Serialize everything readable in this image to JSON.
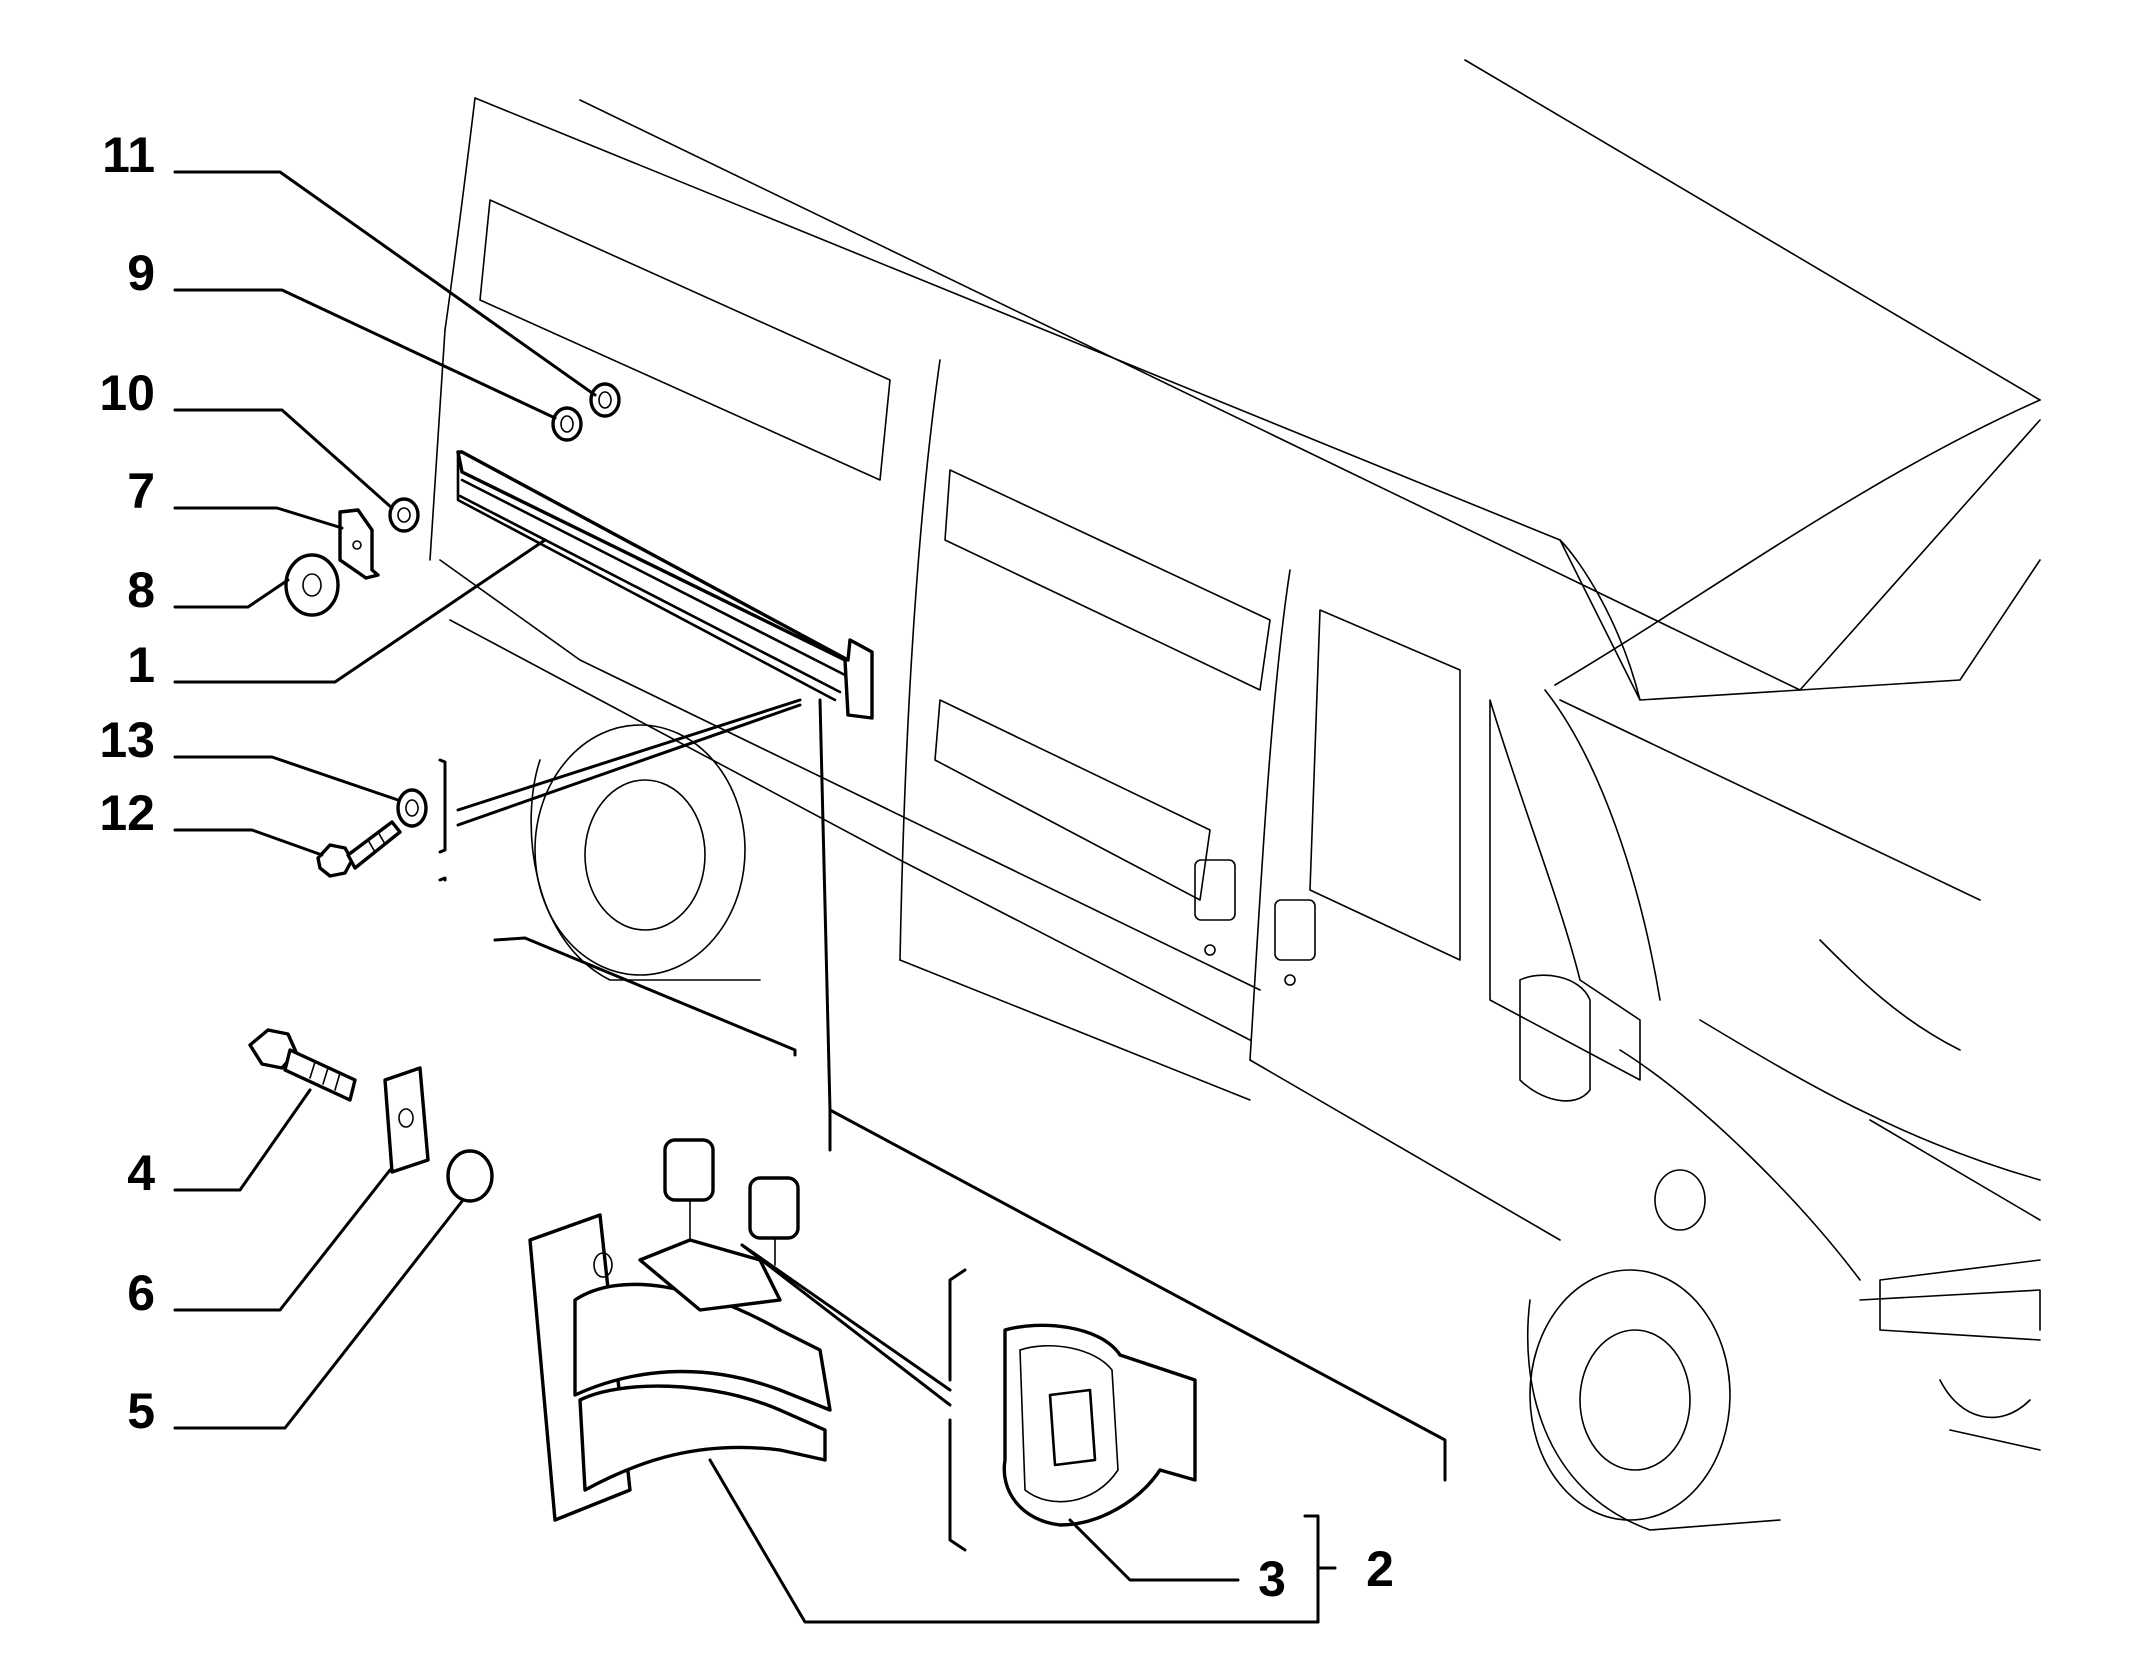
{
  "diagram": {
    "callouts": [
      {
        "id": "11",
        "label": "11",
        "part": "washer"
      },
      {
        "id": "9",
        "label": "9",
        "part": "washer"
      },
      {
        "id": "10",
        "label": "10",
        "part": "washer"
      },
      {
        "id": "7",
        "label": "7",
        "part": "bracket"
      },
      {
        "id": "8",
        "label": "8",
        "part": "washer"
      },
      {
        "id": "1",
        "label": "1",
        "part": "sliding door guide rail"
      },
      {
        "id": "13",
        "label": "13",
        "part": "washer"
      },
      {
        "id": "12",
        "label": "12",
        "part": "bolt"
      },
      {
        "id": "4",
        "label": "4",
        "part": "bolt"
      },
      {
        "id": "6",
        "label": "6",
        "part": "plate"
      },
      {
        "id": "5",
        "label": "5",
        "part": "cap"
      },
      {
        "id": "3",
        "label": "3",
        "part": "bushing"
      },
      {
        "id": "2",
        "label": "2",
        "part": "roller carriage assembly"
      }
    ],
    "colors": {
      "line": "#000000",
      "background": "#ffffff"
    }
  }
}
